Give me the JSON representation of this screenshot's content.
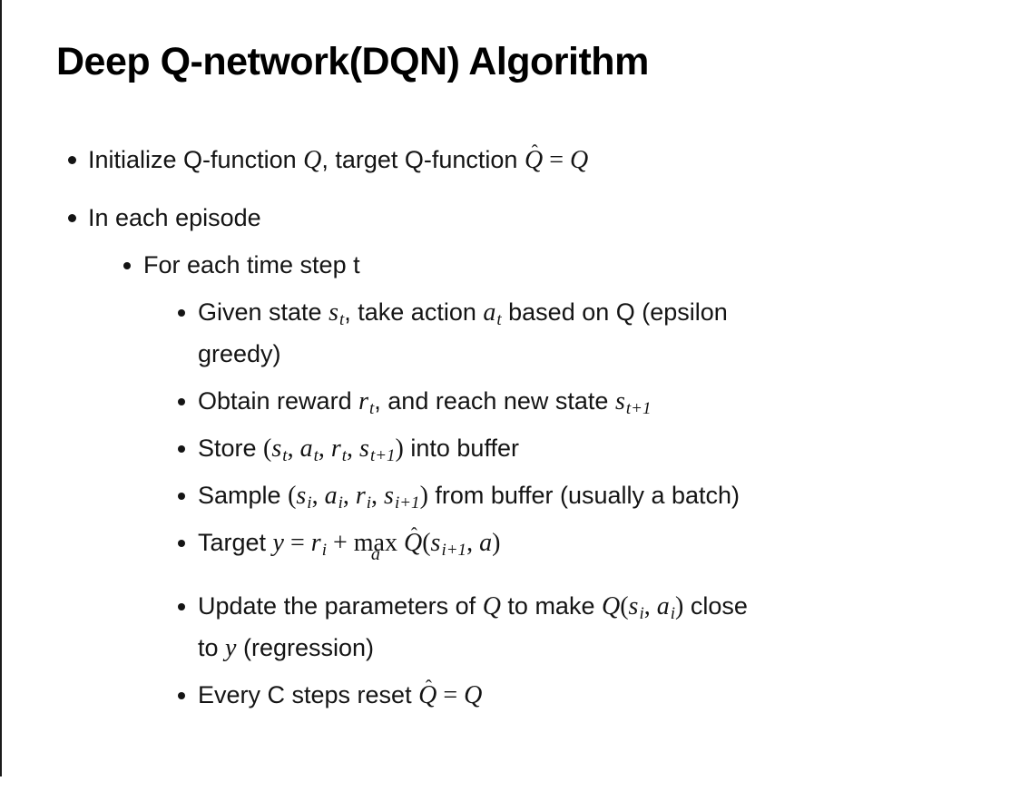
{
  "slide": {
    "title": "Deep Q-network(DQN) Algorithm",
    "lines": [
      {
        "level": 1,
        "bullet": true,
        "runs": [
          {
            "k": "t",
            "x": "Initialize Q-function "
          },
          {
            "k": "m",
            "x": "Q"
          },
          {
            "k": "t",
            "x": ", target Q-function "
          },
          {
            "k": "hat",
            "x": "Q"
          },
          {
            "k": "mp",
            "x": " = "
          },
          {
            "k": "m",
            "x": "Q"
          }
        ]
      },
      {
        "level": 1,
        "bullet": true,
        "runs": [
          {
            "k": "t",
            "x": "In each episode"
          }
        ]
      },
      {
        "level": 2,
        "bullet": true,
        "runs": [
          {
            "k": "t",
            "x": "For each time step t"
          }
        ]
      },
      {
        "level": 3,
        "bullet": true,
        "runs": [
          {
            "k": "t",
            "x": "Given state "
          },
          {
            "k": "ms",
            "x": "s",
            "s": "t"
          },
          {
            "k": "t",
            "x": ", take action "
          },
          {
            "k": "ms",
            "x": "a",
            "s": "t"
          },
          {
            "k": "t",
            "x": " based on Q (epsilon"
          }
        ]
      },
      {
        "level": 3,
        "bullet": false,
        "runs": [
          {
            "k": "t",
            "x": "greedy)"
          }
        ]
      },
      {
        "level": 3,
        "bullet": true,
        "runs": [
          {
            "k": "t",
            "x": "Obtain reward "
          },
          {
            "k": "ms",
            "x": "r",
            "s": "t"
          },
          {
            "k": "t",
            "x": ", and reach new state "
          },
          {
            "k": "ms",
            "x": "s",
            "s": "t+1"
          }
        ]
      },
      {
        "level": 3,
        "bullet": true,
        "runs": [
          {
            "k": "t",
            "x": "Store "
          },
          {
            "k": "mp",
            "x": "("
          },
          {
            "k": "ms",
            "x": "s",
            "s": "t"
          },
          {
            "k": "mp",
            "x": ", "
          },
          {
            "k": "ms",
            "x": "a",
            "s": "t"
          },
          {
            "k": "mp",
            "x": ", "
          },
          {
            "k": "ms",
            "x": "r",
            "s": "t"
          },
          {
            "k": "mp",
            "x": ", "
          },
          {
            "k": "ms",
            "x": "s",
            "s": "t+1"
          },
          {
            "k": "mp",
            "x": ")"
          },
          {
            "k": "t",
            "x": " into buffer"
          }
        ]
      },
      {
        "level": 3,
        "bullet": true,
        "runs": [
          {
            "k": "t",
            "x": "Sample "
          },
          {
            "k": "mp",
            "x": "("
          },
          {
            "k": "ms",
            "x": "s",
            "s": "i"
          },
          {
            "k": "mp",
            "x": ", "
          },
          {
            "k": "ms",
            "x": "a",
            "s": "i"
          },
          {
            "k": "mp",
            "x": ", "
          },
          {
            "k": "ms",
            "x": "r",
            "s": "i"
          },
          {
            "k": "mp",
            "x": ", "
          },
          {
            "k": "ms",
            "x": "s",
            "s": "i+1"
          },
          {
            "k": "mp",
            "x": ")"
          },
          {
            "k": "t",
            "x": " from buffer (usually a batch)"
          }
        ]
      },
      {
        "level": 3,
        "bullet": true,
        "tall": true,
        "runs": [
          {
            "k": "t",
            "x": "Target "
          },
          {
            "k": "m",
            "x": "y"
          },
          {
            "k": "mp",
            "x": " = "
          },
          {
            "k": "ms",
            "x": "r",
            "s": "i"
          },
          {
            "k": "mp",
            "x": " + "
          },
          {
            "k": "max",
            "x": "max",
            "s": "a"
          },
          {
            "k": "mp",
            "x": " "
          },
          {
            "k": "hat",
            "x": "Q"
          },
          {
            "k": "mp",
            "x": "("
          },
          {
            "k": "ms",
            "x": "s",
            "s": "i+1"
          },
          {
            "k": "mp",
            "x": ", "
          },
          {
            "k": "m",
            "x": "a"
          },
          {
            "k": "mp",
            "x": ")"
          }
        ]
      },
      {
        "level": 3,
        "bullet": true,
        "runs": [
          {
            "k": "t",
            "x": "Update the parameters of "
          },
          {
            "k": "m",
            "x": "Q"
          },
          {
            "k": "t",
            "x": " to make "
          },
          {
            "k": "m",
            "x": "Q"
          },
          {
            "k": "mp",
            "x": "("
          },
          {
            "k": "ms",
            "x": "s",
            "s": "i"
          },
          {
            "k": "mp",
            "x": ", "
          },
          {
            "k": "ms",
            "x": "a",
            "s": "i"
          },
          {
            "k": "mp",
            "x": ")"
          },
          {
            "k": "t",
            "x": " close"
          }
        ]
      },
      {
        "level": 3,
        "bullet": false,
        "runs": [
          {
            "k": "t",
            "x": "to "
          },
          {
            "k": "m",
            "x": "y"
          },
          {
            "k": "t",
            "x": " (regression)"
          }
        ]
      },
      {
        "level": 3,
        "bullet": true,
        "runs": [
          {
            "k": "t",
            "x": "Every C steps reset "
          },
          {
            "k": "hat",
            "x": "Q"
          },
          {
            "k": "mp",
            "x": " = "
          },
          {
            "k": "m",
            "x": "Q"
          }
        ]
      }
    ]
  },
  "colors": {
    "background": "#ffffff",
    "text": "#141414",
    "border": "#1a1a1a"
  }
}
